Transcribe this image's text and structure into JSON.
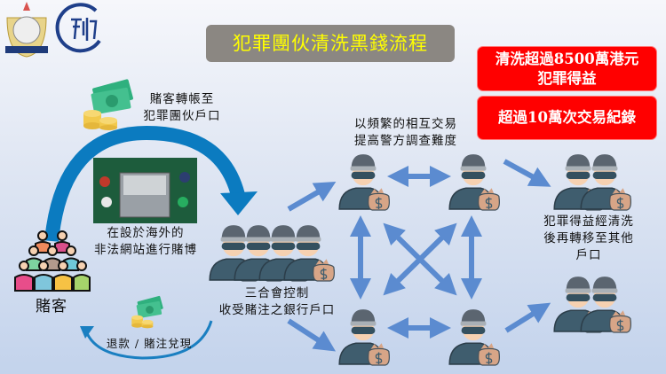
{
  "title": "犯罪團伙清洗黑錢流程",
  "highlights": [
    {
      "line1": "清洗超過8500萬港元",
      "line2": "犯罪得益"
    },
    {
      "line1": "超過10萬次交易紀錄"
    }
  ],
  "labels": {
    "transfer": [
      "賭客轉帳至",
      "犯罪團伙戶口"
    ],
    "gamble": [
      "在設於海外的",
      "非法網站進行賭博"
    ],
    "gamblers": "賭客",
    "syndicate": [
      "三合會控制",
      "收受賭注之銀行戶口"
    ],
    "refund": "退款 / 賭注兌現",
    "frequent": [
      "以頻繁的相互交易",
      "提高警方調查難度"
    ],
    "transferred": [
      "犯罪得益經清洗",
      "後再轉移至其他",
      "戶口"
    ]
  },
  "logos": {
    "police": "hong-kong-police-crest",
    "crime": "刑偵"
  },
  "colors": {
    "title_bg": "#8b8782",
    "title_text": "#ffff00",
    "highlight_bg": "#ff0000",
    "cycle_arrow": "#0b7bc0",
    "flow_arrow": "#5b8bd0"
  }
}
